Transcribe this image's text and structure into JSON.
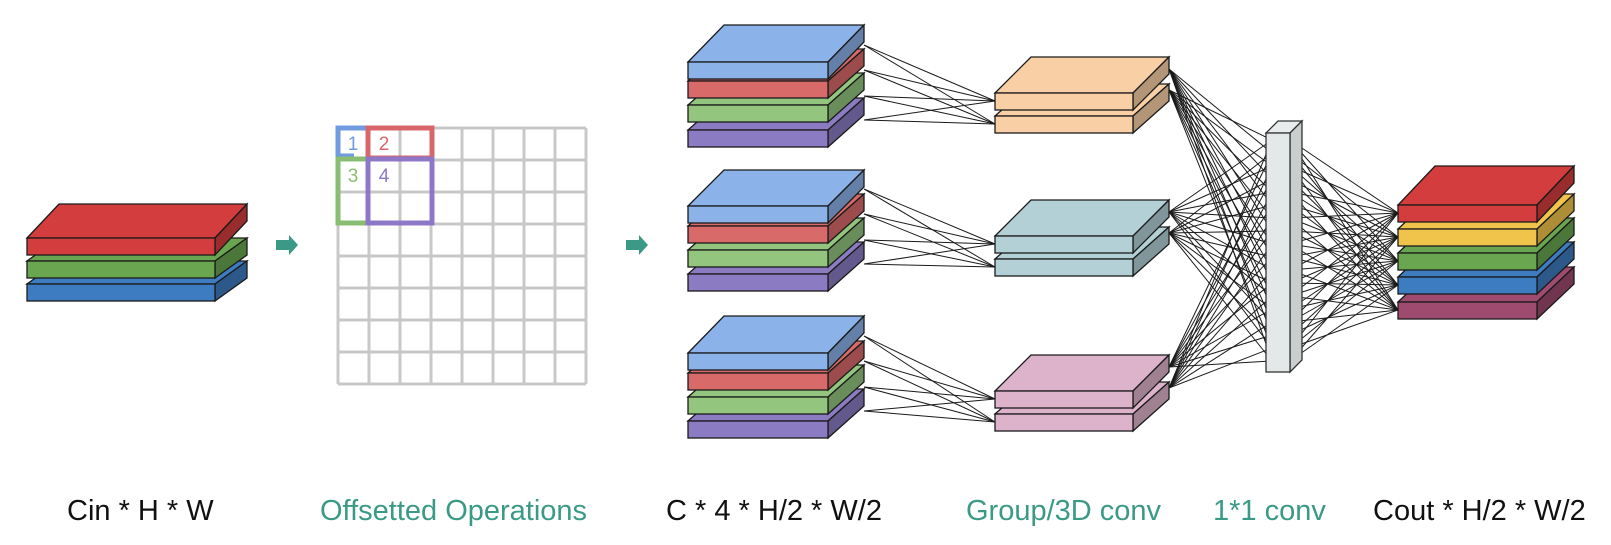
{
  "captions": {
    "input": "Cin * H * W",
    "offset": "Offsetted Operations",
    "stacked": "C * 4 * H/2 * W/2",
    "group": "Group/3D conv",
    "pointwise": "1*1 conv",
    "output": "Cout * H/2 * W/2"
  },
  "grid": {
    "rows": 8,
    "cols": 8,
    "labels": [
      "1",
      "2",
      "3",
      "4"
    ]
  },
  "colors": {
    "red": "#d43d3d",
    "green": "#6aa550",
    "blue": "#3d7cc0",
    "light_blue": "#8cb2ea",
    "light_red": "#d96a6a",
    "light_green": "#93c57e",
    "purple": "#8b7bc2",
    "orange": "#f9cfa6",
    "teal": "#b2d0d6",
    "pink": "#ddb3cb",
    "yellow": "#f0c44a",
    "maroon": "#9f4a6f",
    "arrow": "#3a9a86",
    "grid_line": "#c8c8c8",
    "grid_blue": "#6f9be0",
    "grid_red": "#d9666a",
    "grid_green": "#88bd72",
    "grid_purple": "#8d78c8"
  }
}
